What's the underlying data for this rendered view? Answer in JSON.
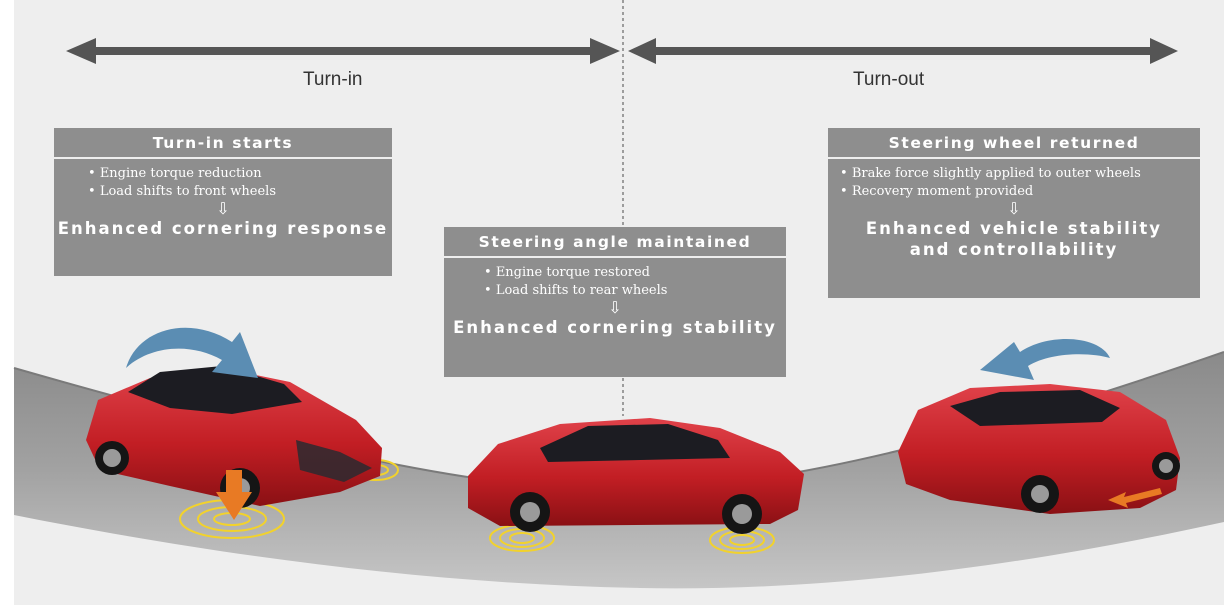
{
  "phases": {
    "turn_in": "Turn-in",
    "turn_out": "Turn-out"
  },
  "boxes": {
    "turn_in_starts": {
      "title": "Turn-in starts",
      "bullets": [
        "Engine torque reduction",
        "Load shifts to front wheels"
      ],
      "result": "Enhanced cornering response"
    },
    "steering_angle_maintained": {
      "title": "Steering angle maintained",
      "bullets": [
        "Engine torque restored",
        "Load shifts to rear wheels"
      ],
      "result": "Enhanced cornering stability"
    },
    "steering_wheel_returned": {
      "title": "Steering wheel returned",
      "bullets": [
        "Brake force slightly applied to outer wheels",
        "Recovery moment provided"
      ],
      "result_line1": "Enhanced vehicle stability",
      "result_line2": "and controllability"
    }
  },
  "symbols": {
    "down_arrow": "⇩"
  },
  "colors": {
    "panel": "#eeeeee",
    "box": "#8e8e8e",
    "arrow": "#555555",
    "car": "#c21e24",
    "rotation_arrow": "#5b8db3",
    "load_arrow": "#e87a24",
    "wheel_rings": "#f2d22c"
  }
}
